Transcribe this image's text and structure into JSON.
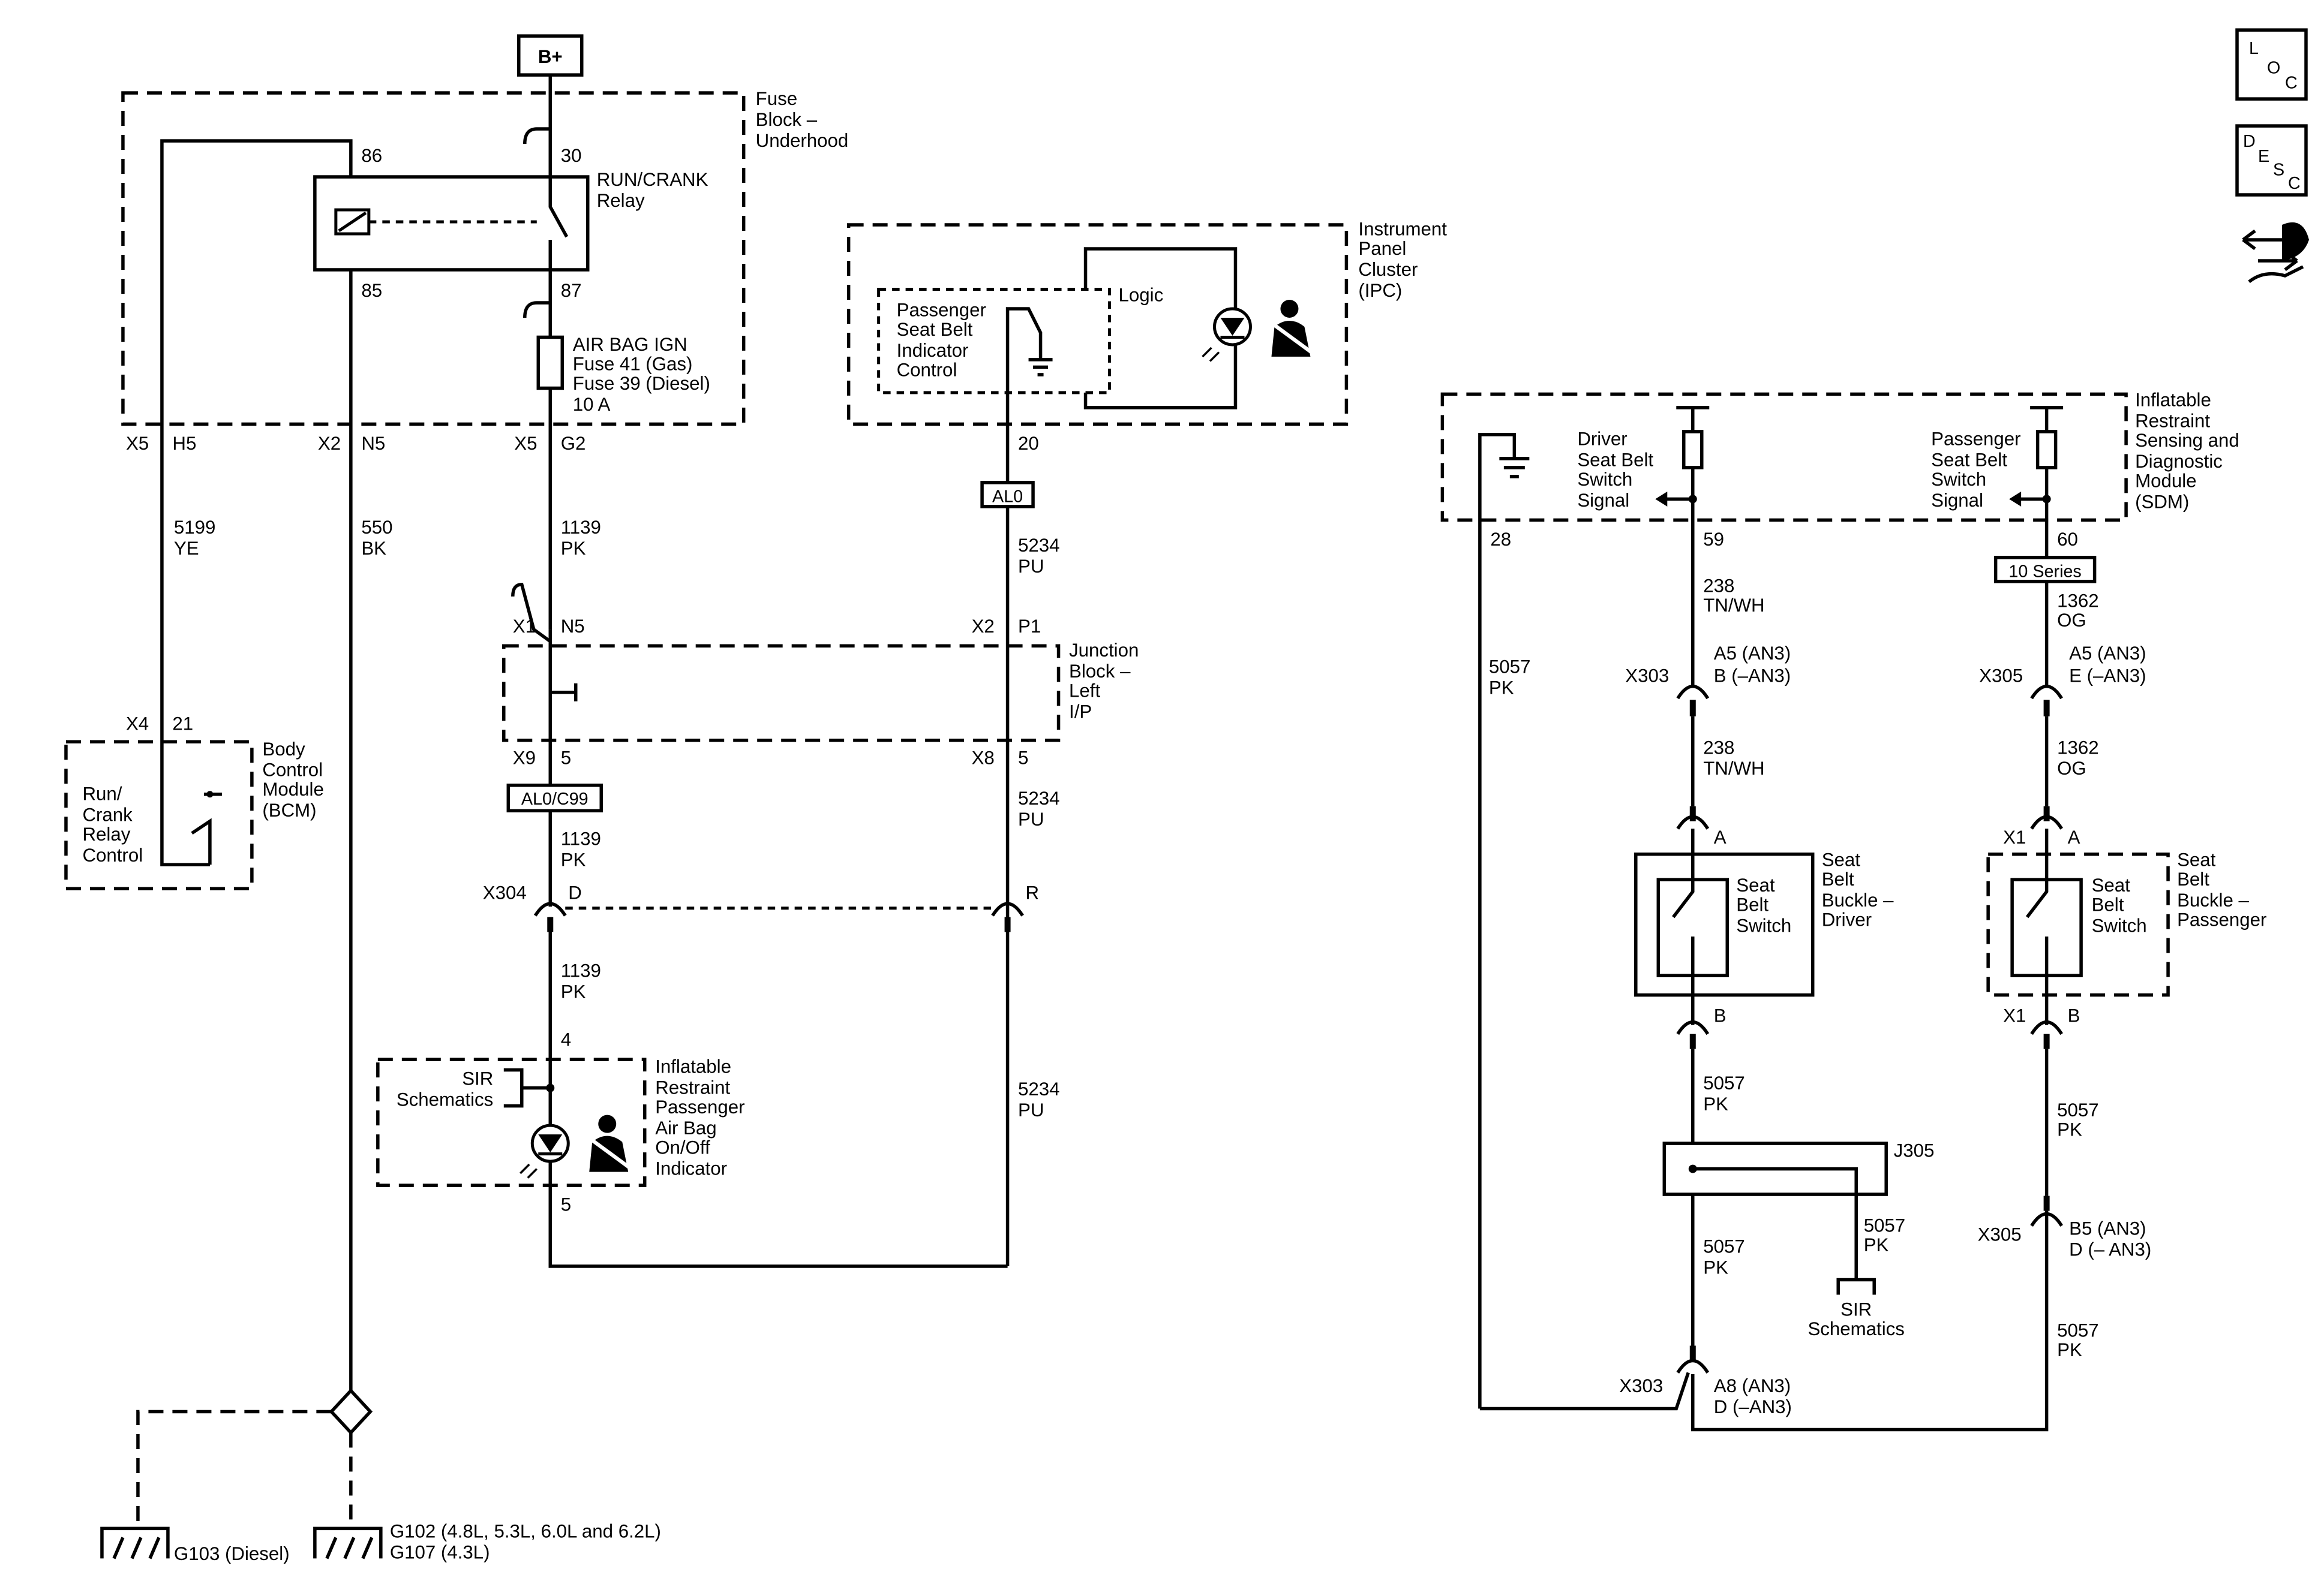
{
  "top": {
    "bplus": "B+"
  },
  "icons": {
    "loc_l": "L",
    "loc_o": "O",
    "loc_c": "C",
    "desc_d": "D",
    "desc_e": "E",
    "desc_s": "S",
    "desc_c": "C"
  },
  "fuse_block": {
    "title": [
      "Fuse",
      "Block –",
      "Underhood"
    ],
    "relay": [
      "RUN/CRANK",
      "Relay"
    ],
    "pin86": "86",
    "pin30": "30",
    "pin85": "85",
    "pin87": "87",
    "fuse": [
      "AIR BAG IGN",
      "Fuse 41 (Gas)",
      "Fuse 39 (Diesel)",
      "10 A"
    ],
    "conn": [
      "X5",
      "H5",
      "X2",
      "N5",
      "X5",
      "G2"
    ]
  },
  "wires": {
    "w5199": [
      "5199",
      "YE"
    ],
    "w550": [
      "550",
      "BK"
    ],
    "w1139a": [
      "1139",
      "PK"
    ],
    "w1139b": [
      "1139",
      "PK"
    ],
    "w1139c": [
      "1139",
      "PK"
    ],
    "w5234a": [
      "5234",
      "PU"
    ],
    "w5234b": [
      "5234",
      "PU"
    ],
    "w5234c": [
      "5234",
      "PU"
    ],
    "w5057sdm": [
      "5057",
      "PK"
    ],
    "w238a": [
      "238",
      "TN/WH"
    ],
    "w238b": [
      "238",
      "TN/WH"
    ],
    "w1362a": [
      "1362",
      "OG"
    ],
    "w1362b": [
      "1362",
      "OG"
    ],
    "w5057b": [
      "5057",
      "PK"
    ],
    "w5057c": [
      "5057",
      "PK"
    ],
    "w5057d": [
      "5057",
      "PK"
    ],
    "w5057e": [
      "5057",
      "PK"
    ],
    "w5057f": [
      "5057",
      "PK"
    ]
  },
  "ipc": {
    "title": [
      "Instrument",
      "Panel",
      "Cluster",
      "(IPC)"
    ],
    "logic": "Logic",
    "inner": [
      "Passenger",
      "Seat Belt",
      "Indicator",
      "Control"
    ],
    "pin": "20",
    "option": "AL0"
  },
  "junction": {
    "title": [
      "Junction",
      "Block –",
      "Left",
      "I/P"
    ],
    "x1": "X1",
    "n5": "N5",
    "x2": "X2",
    "p1": "P1",
    "x9": "X9",
    "p5a": "5",
    "x8": "X8",
    "p5b": "5"
  },
  "bcm": {
    "title": [
      "Body",
      "Control",
      "Module",
      "(BCM)"
    ],
    "inner": [
      "Run/",
      "Crank",
      "Relay",
      "Control"
    ],
    "x4": "X4",
    "pin": "21"
  },
  "option_alc99": "AL0/C99",
  "x304": {
    "label": "X304",
    "d": "D",
    "r": "R"
  },
  "indicator": {
    "pin4": "4",
    "pin5": "5",
    "sir": [
      "SIR",
      "Schematics"
    ],
    "title": [
      "Inflatable",
      "Restraint",
      "Passenger",
      "Air Bag",
      "On/Off",
      "Indicator"
    ]
  },
  "grounds": {
    "g103": "G103 (Diesel)",
    "g102": "G102 (4.8L, 5.3L, 6.0L and 6.2L)",
    "g107": "G107 (4.3L)"
  },
  "sdm": {
    "title": [
      "Inflatable",
      "Restraint",
      "Sensing and",
      "Diagnostic",
      "Module",
      "(SDM)"
    ],
    "driver": [
      "Driver",
      "Seat Belt",
      "Switch",
      "Signal"
    ],
    "passenger": [
      "Passenger",
      "Seat Belt",
      "Switch",
      "Signal"
    ],
    "pin28": "28",
    "pin59": "59",
    "pin60": "60"
  },
  "series10": "10 Series",
  "driver_side": {
    "x303a": "X303",
    "a5": [
      "A5 (AN3)",
      "B (–AN3)"
    ],
    "pinA": "A",
    "pinB": "B",
    "switch": [
      "Seat",
      "Belt",
      "Switch"
    ],
    "title": [
      "Seat",
      "Belt",
      "Buckle –",
      "Driver"
    ],
    "j305": "J305",
    "sir": [
      "SIR",
      "Schematics"
    ],
    "x303b": "X303",
    "a8": [
      "A8 (AN3)",
      "D (–AN3)"
    ]
  },
  "pass_side": {
    "x305a": "X305",
    "a5": [
      "A5 (AN3)",
      "E (–AN3)"
    ],
    "x1a": "X1",
    "pinA": "A",
    "x1b": "X1",
    "pinB": "B",
    "switch": [
      "Seat",
      "Belt",
      "Switch"
    ],
    "title": [
      "Seat",
      "Belt",
      "Buckle –",
      "Passenger"
    ],
    "x305b": "X305",
    "b5": [
      "B5 (AN3)",
      "D (– AN3)"
    ]
  }
}
